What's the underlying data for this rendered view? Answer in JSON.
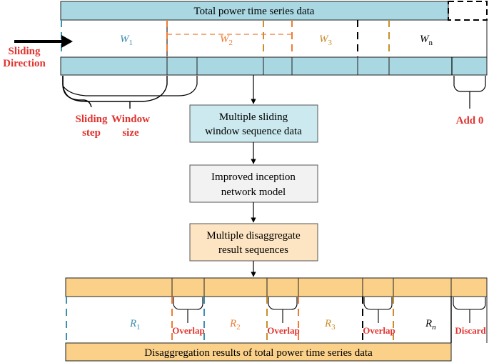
{
  "top_bar": {
    "label": "Total power time series data"
  },
  "windows": {
    "w1": {
      "letter": "W",
      "sub": "1"
    },
    "w2": {
      "letter": "W",
      "sub": "2"
    },
    "w3": {
      "letter": "W",
      "sub": "3"
    },
    "wn": {
      "letter": "W",
      "sub": "n"
    }
  },
  "labels": {
    "sliding_direction_1": "Sliding",
    "sliding_direction_2": "Direction",
    "sliding_step_1": "Sliding",
    "sliding_step_2": "step",
    "window_size_1": "Window",
    "window_size_2": "size",
    "add_zero": "Add 0"
  },
  "boxes": {
    "sliding_data": {
      "line1": "Multiple sliding",
      "line2": "window sequence data"
    },
    "inception": {
      "line1": "Improved inception",
      "line2": "network model"
    },
    "disaggregate": {
      "line1": "Multiple disaggregate",
      "line2": "result sequences"
    }
  },
  "results": {
    "r1": {
      "letter": "R",
      "sub": "1"
    },
    "r2": {
      "letter": "R",
      "sub": "2"
    },
    "r3": {
      "letter": "R",
      "sub": "3"
    },
    "rn": {
      "letter": "R",
      "sub": "n"
    },
    "overlap": "Overlap",
    "discard": "Discard"
  },
  "bottom_bar": {
    "label": "Disaggregation results of total power time series data"
  },
  "colors": {
    "blue_fill": "#a9d7e2",
    "cyan_box": "#cbe9ee",
    "gray_box": "#f2f2f2",
    "peach_box": "#fde4c2",
    "orange_bar": "#fbd18a",
    "red_text": "#e0342f",
    "w1_blue": "#3f8fb0",
    "w2_orange": "#ef7b35",
    "w3_gold": "#c98f2e"
  }
}
